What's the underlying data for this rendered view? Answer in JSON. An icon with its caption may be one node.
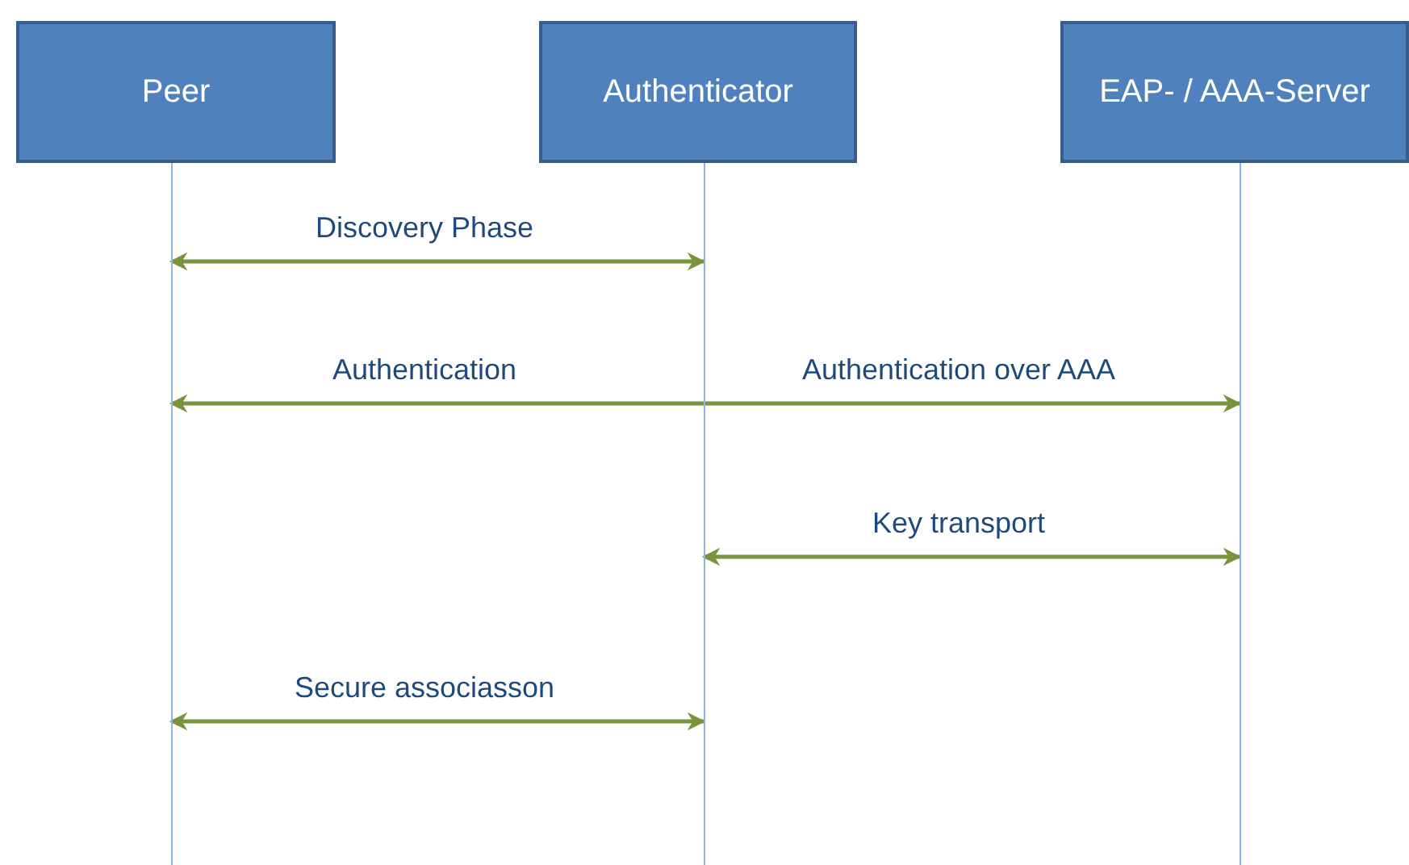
{
  "diagram": {
    "nodes": [
      {
        "text": [
          "Peer"
        ]
      },
      {
        "text": [
          "Authenticator"
        ]
      },
      {
        "text": [
          "EAP- / AAA-Server"
        ]
      }
    ],
    "edges": [
      {
        "from": 0,
        "to": 1,
        "arrow": "both",
        "label": "Discovery Phase"
      },
      {
        "from": 1,
        "to": 0,
        "arrow": "to",
        "label": "Authentication"
      },
      {
        "from": 1,
        "to": 2,
        "arrow": "to",
        "label": "Authentication over AAA"
      },
      {
        "from": 1,
        "to": 2,
        "arrow": "both",
        "label": "Key transport"
      },
      {
        "from": 0,
        "to": 1,
        "arrow": "both",
        "label": "Secure associasson"
      }
    ]
  }
}
